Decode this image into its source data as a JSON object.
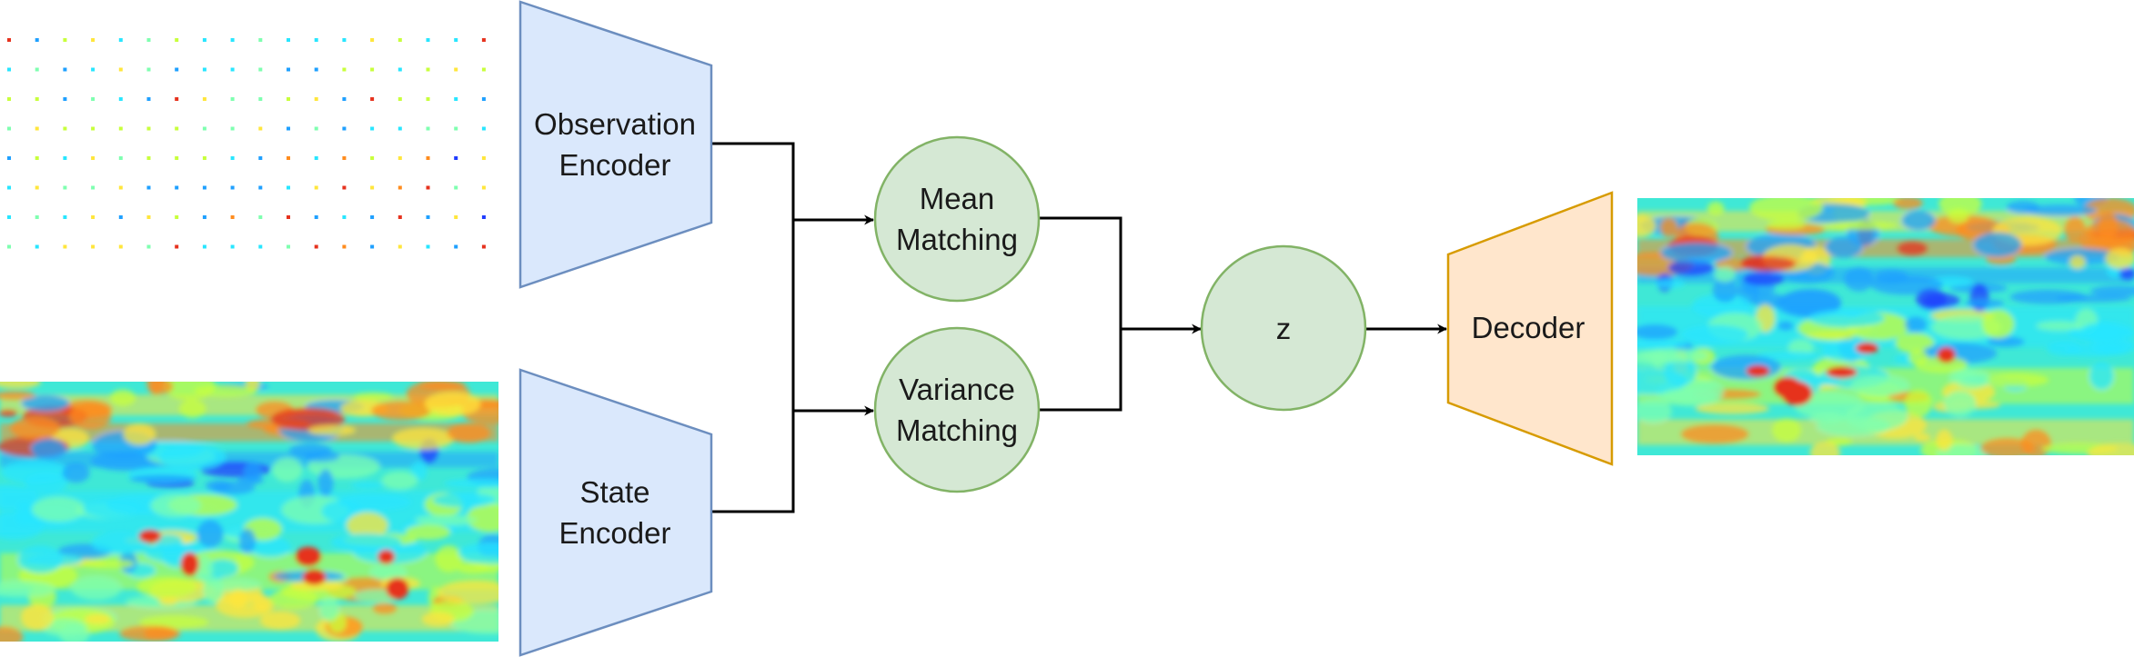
{
  "nodes": {
    "observation_encoder": {
      "line1": "Observation",
      "line2": "Encoder"
    },
    "state_encoder": {
      "line1": "State",
      "line2": "Encoder"
    },
    "mean_matching": {
      "line1": "Mean",
      "line2": "Matching"
    },
    "variance_matching": {
      "line1": "Variance",
      "line2": "Matching"
    },
    "latent": {
      "label": "z"
    },
    "decoder": {
      "label": "Decoder"
    }
  },
  "colors": {
    "encoder_fill": "#dae8fc",
    "encoder_stroke": "#6c8ebf",
    "matching_fill": "#d5e8d4",
    "matching_stroke": "#82b366",
    "decoder_fill": "#ffe6cc",
    "decoder_stroke": "#d79b00",
    "edge": "#000000",
    "field_palette": [
      "#1f3cff",
      "#1fa0ff",
      "#28e6ff",
      "#7fffb0",
      "#c8ff3c",
      "#ffe63c",
      "#ff8c1e",
      "#e6321e"
    ]
  },
  "images": {
    "observations": {
      "kind": "sparse-observation-scatter"
    },
    "state_field": {
      "kind": "gridded-field-heatmap"
    },
    "decoded_field": {
      "kind": "gridded-field-heatmap"
    }
  }
}
